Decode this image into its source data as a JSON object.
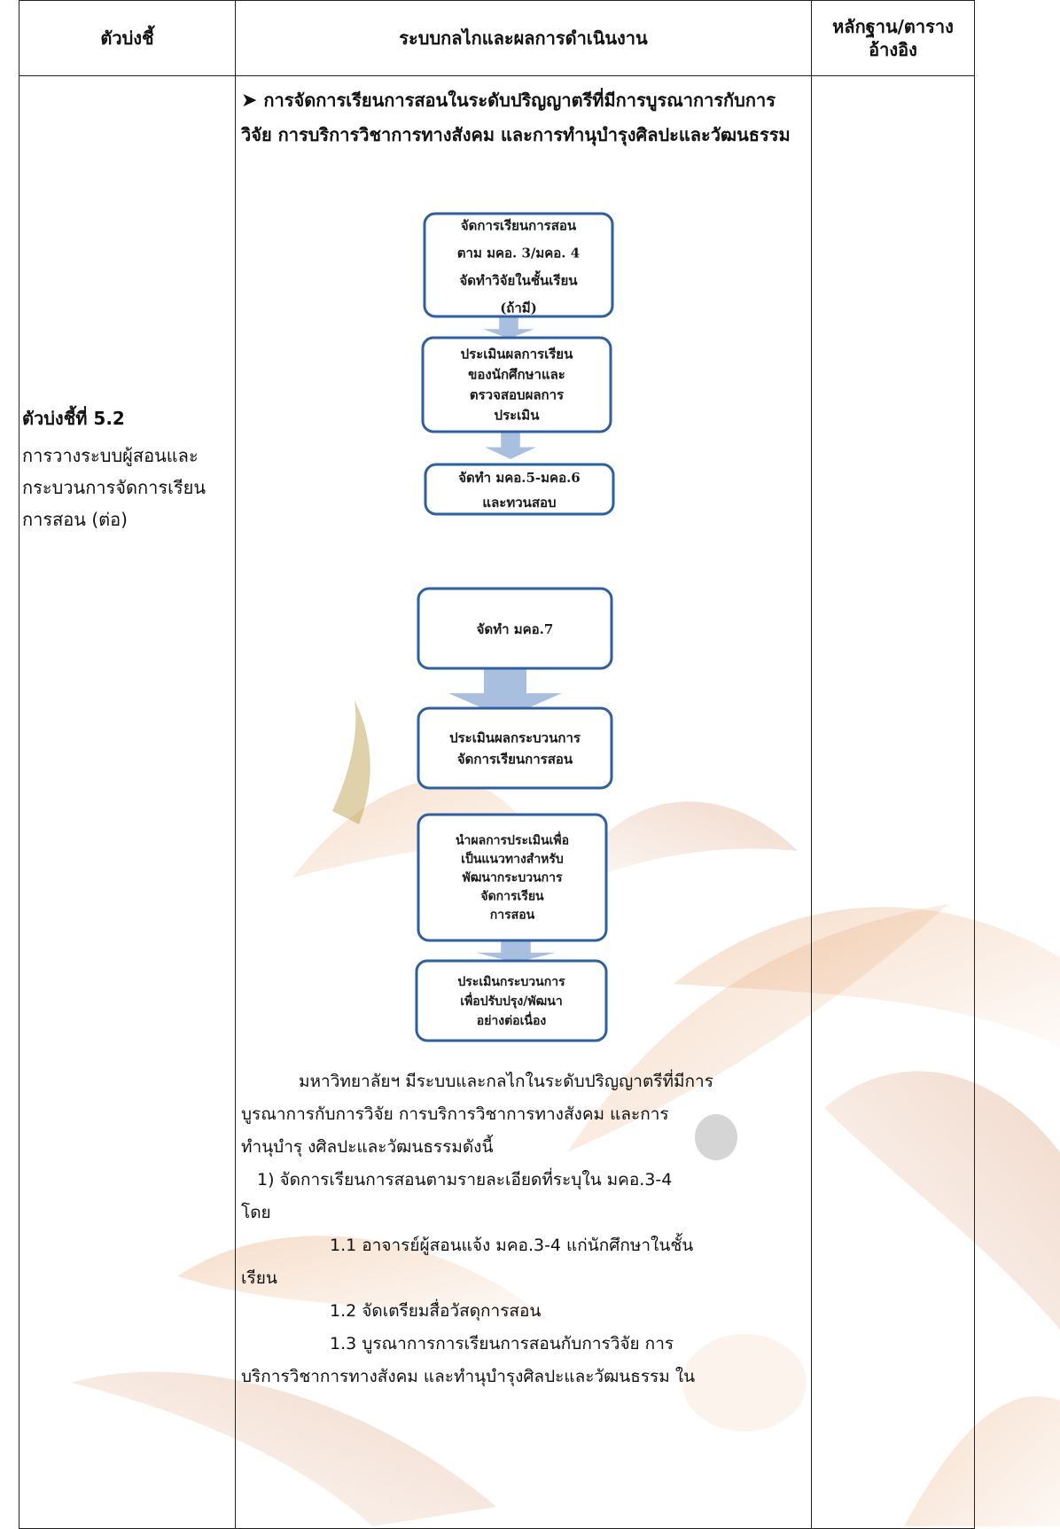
{
  "table": {
    "headers": {
      "col1": "ตัวบ่งชี้",
      "col2": "ระบบกลไกและผลการดำเนินงาน",
      "col3_line1": "หลักฐาน/ตาราง",
      "col3_line2": "อ้างอิง"
    }
  },
  "indicator": {
    "title": "ตัวบ่งชี้ที่ 5.2",
    "description": "การวางระบบผู้สอนและกระบวนการจัดการเรียนการสอน (ต่อ)"
  },
  "section_heading": "การจัดการเรียนการสอนในระดับปริญญาตรีที่มีการบูรณาการกับการวิจัย การบริการวิชาการทางสังคม และการทำนุบำรุงศิลปะและวัฒนธรรม",
  "flowchart": {
    "steps": [
      {
        "lines": [
          "จัดการเรียนการสอน",
          "ตาม มคอ. 3/มคอ. 4",
          "จัดทำวิจัยในชั้นเรียน",
          "(ถ้ามี)"
        ]
      },
      {
        "lines": [
          "ประเมินผลการเรียน",
          "ของนักศึกษาและ",
          "ตรวจสอบผลการ",
          "ประเมิน"
        ]
      },
      {
        "lines": [
          "จัดทำ มคอ.5-มคอ.6",
          "และทวนสอบ"
        ]
      },
      {
        "lines": [
          "จัดทำ มคอ.7"
        ]
      },
      {
        "lines": [
          "ประเมินผลกระบวนการ",
          "จัดการเรียนการสอน"
        ]
      },
      {
        "lines": [
          "นำผลการประเมินเพื่อ",
          "เป็นแนวทางสำหรับ",
          "พัฒนากระบวนการ",
          "จัดการเรียน",
          "การสอน"
        ]
      },
      {
        "lines": [
          "ประเมินกระบวนการ",
          "เพื่อปรับปรุง/พัฒนา",
          "อย่างต่อเนื่อง"
        ]
      }
    ]
  },
  "body": {
    "intro_l1": "มหาวิทยาลัยฯ มีระบบและกลไกในระดับปริญญาตรีที่มีการ",
    "intro_l2": "บูรณาการกับการวิจัย การบริการวิชาการทางสังคม และการ",
    "intro_l3": "ทำนุบำรุ งศิลปะและวัฒนธรรมดังนี้",
    "item1_l1": "1)    จัดการเรียนการสอนตามรายละเอียดที่ระบุใน มคอ.3-4",
    "item1_l2": "โดย",
    "item11_l1": "1.1  อาจารย์ผู้สอนแจ้ง มคอ.3-4   แก่นักศึกษาในชั้น",
    "item11_l2": "เรียน",
    "item12": "1.2  จัดเตรียมสื่อวัสดุการสอน",
    "item13_l1": "1.3  บูรณาการการเรียนการสอนกับการวิจัย การ",
    "item13_l2": "บริการวิชาการทางสังคม และทำนุบำรุงศิลปะและวัฒนธรรม ใน"
  },
  "colors": {
    "border": "#222222",
    "box_stroke": "#2f5f9e",
    "arrow_fill": "#a9bfe0",
    "watermark": "#e6a06a"
  }
}
